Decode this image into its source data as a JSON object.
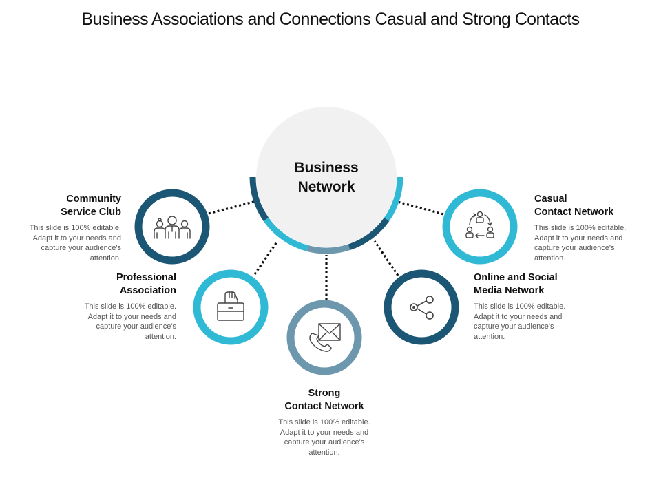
{
  "title": "Business Associations and Connections Casual and Strong Contacts",
  "center": {
    "line1": "Business",
    "line2": "Network"
  },
  "colors": {
    "dark_blue": "#1b5674",
    "cyan": "#2fb9d5",
    "gray_blue": "#6c97ad",
    "center_fill": "#f1f1f2",
    "icon_stroke": "#444444"
  },
  "nodes": [
    {
      "id": "community-service-club",
      "heading_line1": "Community",
      "heading_line2": "Service Club",
      "description": "This slide is 100% editable. Adapt it to your needs and capture your audience's attention.",
      "icon": "people-group-icon",
      "ring_color": "dark_blue"
    },
    {
      "id": "professional-association",
      "heading_line1": "Professional",
      "heading_line2": "Association",
      "description": "This slide is 100% editable. Adapt it to your needs and capture your audience's attention.",
      "icon": "briefcase-hand-icon",
      "ring_color": "cyan"
    },
    {
      "id": "strong-contact-network",
      "heading_line1": "Strong",
      "heading_line2": "Contact Network",
      "description": "This slide is 100% editable. Adapt it to your needs and capture your audience's attention.",
      "icon": "phone-envelope-icon",
      "ring_color": "gray_blue"
    },
    {
      "id": "online-social-media-network",
      "heading_line1": "Online and Social",
      "heading_line2": "Media Network",
      "description": "This slide is 100% editable. Adapt it to your needs and capture your audience's attention.",
      "icon": "share-icon",
      "ring_color": "dark_blue"
    },
    {
      "id": "casual-contact-network",
      "heading_line1": "Casual",
      "heading_line2": "Contact Network",
      "description": "This slide is 100% editable. Adapt it to your needs and capture your audience's attention.",
      "icon": "people-cycle-icon",
      "ring_color": "cyan"
    }
  ]
}
